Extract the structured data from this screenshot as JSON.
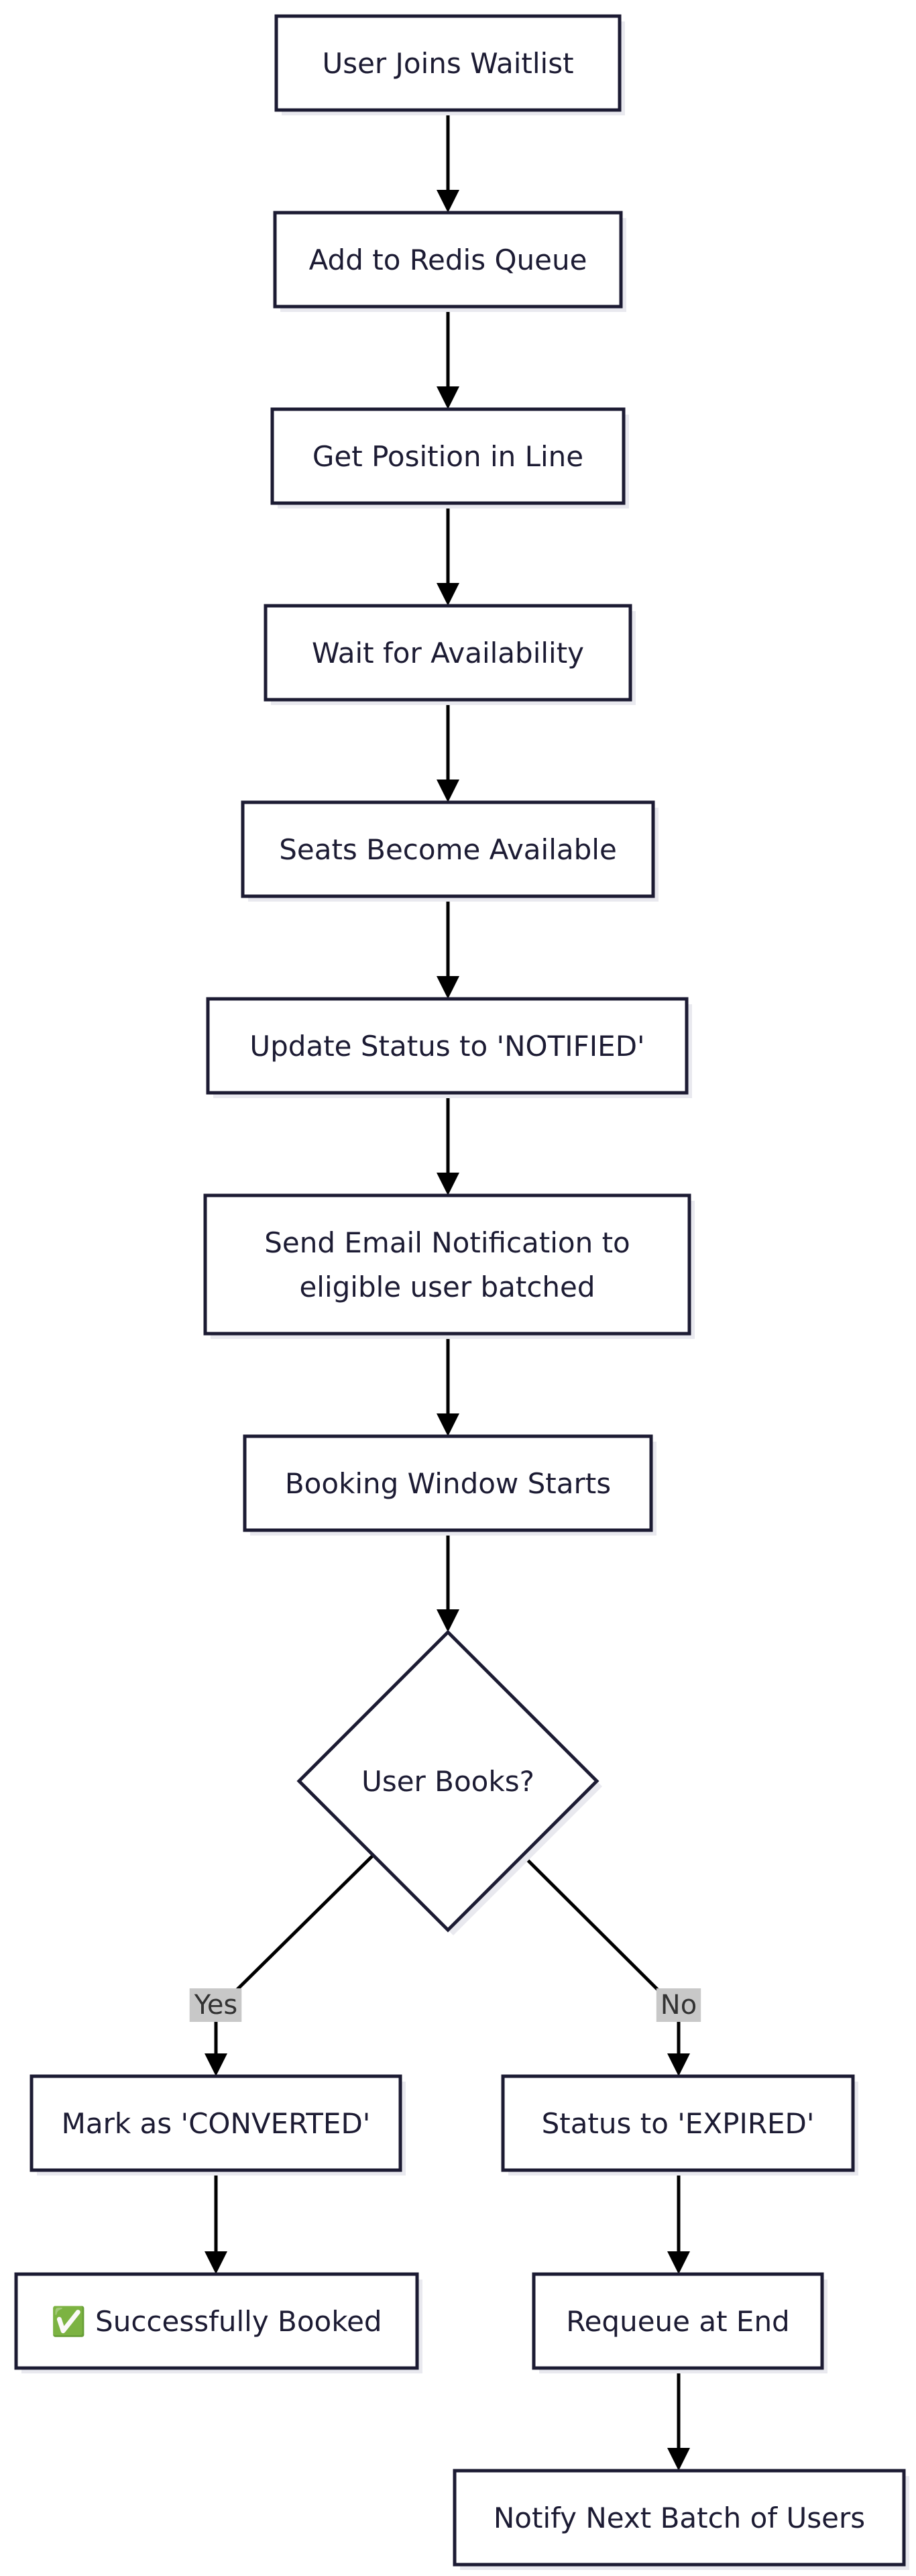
{
  "flowchart": {
    "nodes": [
      {
        "id": "join",
        "lines": [
          "User Joins Waitlist"
        ]
      },
      {
        "id": "queue",
        "lines": [
          "Add to Redis Queue"
        ]
      },
      {
        "id": "position",
        "lines": [
          "Get Position in Line"
        ]
      },
      {
        "id": "wait",
        "lines": [
          "Wait for Availability"
        ]
      },
      {
        "id": "seats",
        "lines": [
          "Seats Become Available"
        ]
      },
      {
        "id": "notified",
        "lines": [
          "Update Status to 'NOTIFIED'"
        ]
      },
      {
        "id": "email",
        "lines": [
          "Send Email Notification to",
          "eligible user batched"
        ]
      },
      {
        "id": "window",
        "lines": [
          "Booking Window Starts"
        ]
      },
      {
        "id": "decision",
        "lines": [
          "User Books?"
        ]
      },
      {
        "id": "converted",
        "lines": [
          "Mark as 'CONVERTED'"
        ]
      },
      {
        "id": "expired",
        "lines": [
          "Status to 'EXPIRED'"
        ]
      },
      {
        "id": "booked",
        "lines": [
          "✅ Successfully Booked"
        ]
      },
      {
        "id": "requeue",
        "lines": [
          "Requeue at End"
        ]
      },
      {
        "id": "notify-next",
        "lines": [
          "Notify Next Batch of Users"
        ]
      }
    ],
    "edges": [
      {
        "from": "join",
        "to": "queue"
      },
      {
        "from": "queue",
        "to": "position"
      },
      {
        "from": "position",
        "to": "wait"
      },
      {
        "from": "wait",
        "to": "seats"
      },
      {
        "from": "seats",
        "to": "notified"
      },
      {
        "from": "notified",
        "to": "email"
      },
      {
        "from": "email",
        "to": "window"
      },
      {
        "from": "window",
        "to": "decision"
      },
      {
        "from": "decision",
        "to": "converted",
        "label": "Yes"
      },
      {
        "from": "decision",
        "to": "expired",
        "label": "No"
      },
      {
        "from": "converted",
        "to": "booked"
      },
      {
        "from": "expired",
        "to": "requeue"
      },
      {
        "from": "requeue",
        "to": "notify-next"
      }
    ]
  }
}
